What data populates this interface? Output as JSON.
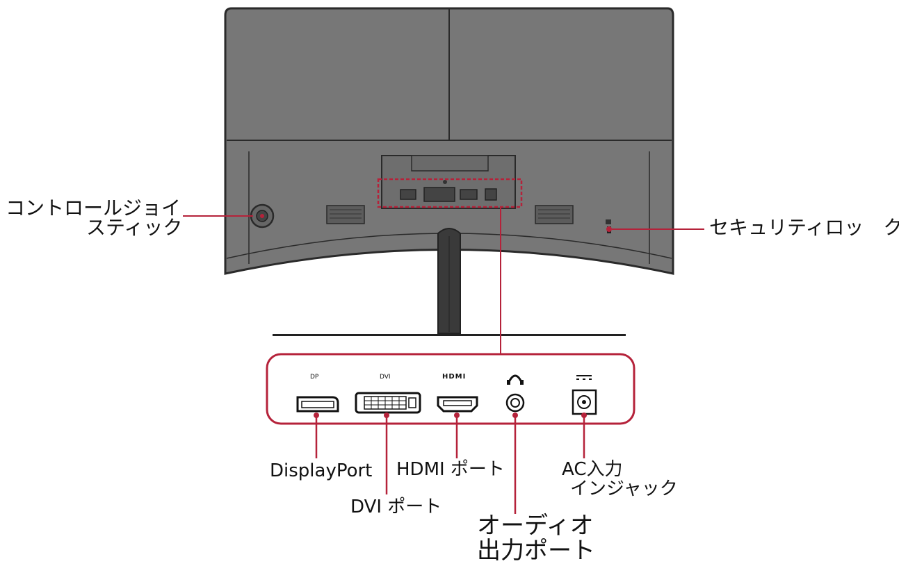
{
  "colors": {
    "monitor_body": "#777777",
    "monitor_outline": "#2a2a2a",
    "callout_red": "#b5223a",
    "background": "#ffffff"
  },
  "labels": {
    "joystick_line1": "コントロールジョイ",
    "joystick_line2": "スティック",
    "security_lock": "セキュリティロッ　ク",
    "displayport": "DisplayPort",
    "dvi_port": "DVI ポート",
    "hdmi_port": "HDMI ポート",
    "audio_line1": "オーディオ",
    "audio_line2": "出力ポート",
    "ac_line1": "AC入力",
    "ac_line2": "インジャック"
  },
  "port_panel": {
    "dp_caption": "DP",
    "dvi_caption": "DVI",
    "hdmi_caption": "HDMI",
    "headphone_icon": "headphone-icon",
    "dc_power_icon": "dc-power-icon"
  }
}
